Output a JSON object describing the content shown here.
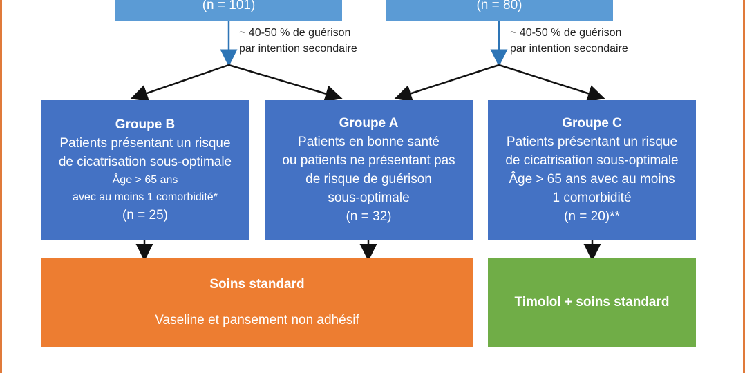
{
  "top": {
    "left_label": "(n = 101)",
    "right_label": "(n = 80)"
  },
  "notes": {
    "left_line1": "~ 40-50 % de guérison",
    "left_line2": "par intention secondaire",
    "right_line1": "~ 40-50 % de guérison",
    "right_line2": "par intention secondaire"
  },
  "groups": {
    "b": {
      "title": "Groupe B",
      "line1": "Patients présentant un risque",
      "line2": "de cicatrisation sous-optimale",
      "line3": "Âge > 65 ans",
      "line4": "avec au moins 1 comorbidité*",
      "line5": "(n = 25)"
    },
    "a": {
      "title": "Groupe A",
      "line1": "Patients en bonne santé",
      "line2": "ou patients ne présentant pas",
      "line3": "de risque de guérison",
      "line4": "sous-optimale",
      "line5": "(n = 32)"
    },
    "c": {
      "title": "Groupe C",
      "line1": "Patients présentant un risque",
      "line2": "de cicatrisation sous-optimale",
      "line3": "Âge > 65 ans avec au moins",
      "line4": "1 comorbidité",
      "line5": "(n = 20)**"
    }
  },
  "care": {
    "standard_title": "Soins standard",
    "standard_sub": "Vaseline et pansement non adhésif",
    "timolol_title": "Timolol + soins standard"
  },
  "colors": {
    "top_box": "#5b9bd5",
    "group_box": "#4472c4",
    "standard_box": "#ed7d31",
    "timolol_box": "#70ad47",
    "frame": "#e07a3a"
  }
}
